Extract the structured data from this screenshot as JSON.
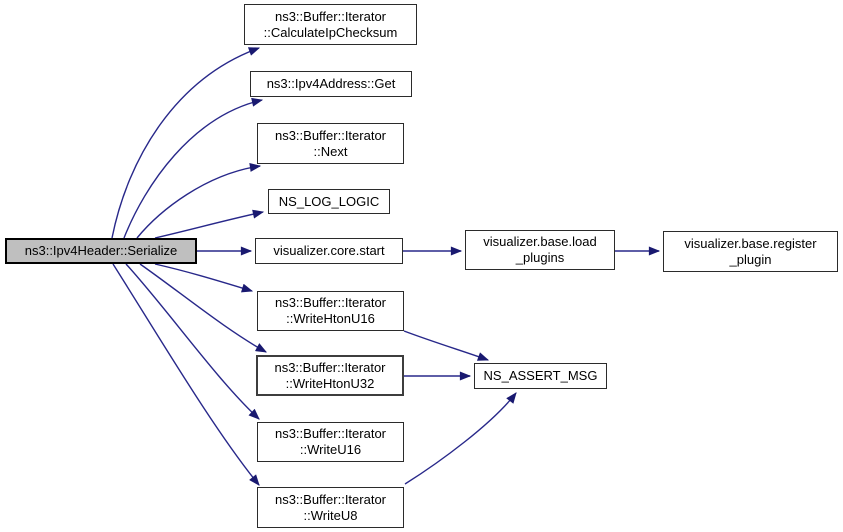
{
  "graph": {
    "title": "ns3::Ipv4Header::Serialize call graph",
    "type": "call-graph",
    "colors": {
      "background": "#ffffff",
      "edge": "#28288a",
      "arrowhead": "#191970",
      "node_border": "#2b2b2b",
      "root_node_fill": "#bfbfbf",
      "node_fill": "#ffffff",
      "text": "#000000"
    },
    "nodes": {
      "serialize": {
        "lines": [
          "ns3::Ipv4Header::Serialize"
        ]
      },
      "calculate_ip_checksum": {
        "lines": [
          "ns3::Buffer::Iterator",
          "::CalculateIpChecksum"
        ]
      },
      "ipv4_address_get": {
        "lines": [
          "ns3::Ipv4Address::Get"
        ]
      },
      "iterator_next": {
        "lines": [
          "ns3::Buffer::Iterator",
          "::Next"
        ]
      },
      "ns_log_logic": {
        "lines": [
          "NS_LOG_LOGIC"
        ]
      },
      "core_start": {
        "lines": [
          "visualizer.core.start"
        ]
      },
      "write_hton_u16": {
        "lines": [
          "ns3::Buffer::Iterator",
          "::WriteHtonU16"
        ]
      },
      "write_hton_u32": {
        "lines": [
          "ns3::Buffer::Iterator",
          "::WriteHtonU32"
        ]
      },
      "write_u16": {
        "lines": [
          "ns3::Buffer::Iterator",
          "::WriteU16"
        ]
      },
      "write_u8": {
        "lines": [
          "ns3::Buffer::Iterator",
          "::WriteU8"
        ]
      },
      "load_plugins": {
        "lines": [
          "visualizer.base.load",
          "_plugins"
        ]
      },
      "register_plugin": {
        "lines": [
          "visualizer.base.register",
          "_plugin"
        ]
      },
      "ns_assert_msg": {
        "lines": [
          "NS_ASSERT_MSG"
        ]
      }
    },
    "edges": [
      {
        "from": "serialize",
        "to": "calculate_ip_checksum"
      },
      {
        "from": "serialize",
        "to": "ipv4_address_get"
      },
      {
        "from": "serialize",
        "to": "iterator_next"
      },
      {
        "from": "serialize",
        "to": "ns_log_logic"
      },
      {
        "from": "serialize",
        "to": "core_start"
      },
      {
        "from": "serialize",
        "to": "write_hton_u16"
      },
      {
        "from": "serialize",
        "to": "write_hton_u32"
      },
      {
        "from": "serialize",
        "to": "write_u16"
      },
      {
        "from": "serialize",
        "to": "write_u8"
      },
      {
        "from": "core_start",
        "to": "load_plugins"
      },
      {
        "from": "load_plugins",
        "to": "register_plugin"
      },
      {
        "from": "write_hton_u16",
        "to": "ns_assert_msg"
      },
      {
        "from": "write_hton_u32",
        "to": "ns_assert_msg"
      },
      {
        "from": "write_u8",
        "to": "ns_assert_msg"
      }
    ]
  }
}
